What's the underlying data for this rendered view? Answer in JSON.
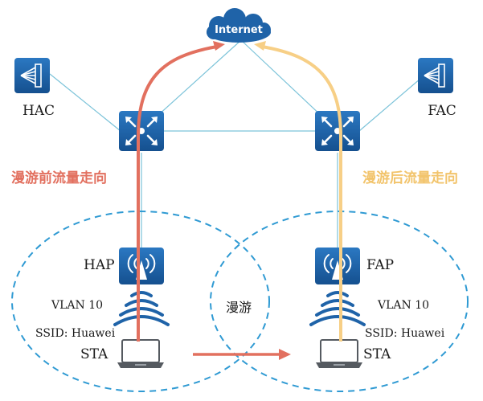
{
  "internet": {
    "label": "Internet"
  },
  "controllers": {
    "left": "HAC",
    "right": "FAC"
  },
  "access_points": {
    "left": "HAP",
    "right": "FAP"
  },
  "left_cell": {
    "vlan": "VLAN 10",
    "ssid": "SSID: Huawei",
    "station": "STA"
  },
  "right_cell": {
    "vlan": "VLAN 10",
    "ssid": "SSID: Huawei",
    "station": "STA"
  },
  "roaming_label": "漫游",
  "flows": {
    "before": {
      "label": "漫游前流量走向",
      "color": "#e2705f"
    },
    "after": {
      "label": "漫游后流量走向",
      "color": "#f7cf86"
    }
  },
  "colors": {
    "device_blue": "#1f63a8",
    "link_line": "#7cc3d9",
    "coverage_dash": "#2f9ad3",
    "roam_arrow": "#e2705f"
  }
}
